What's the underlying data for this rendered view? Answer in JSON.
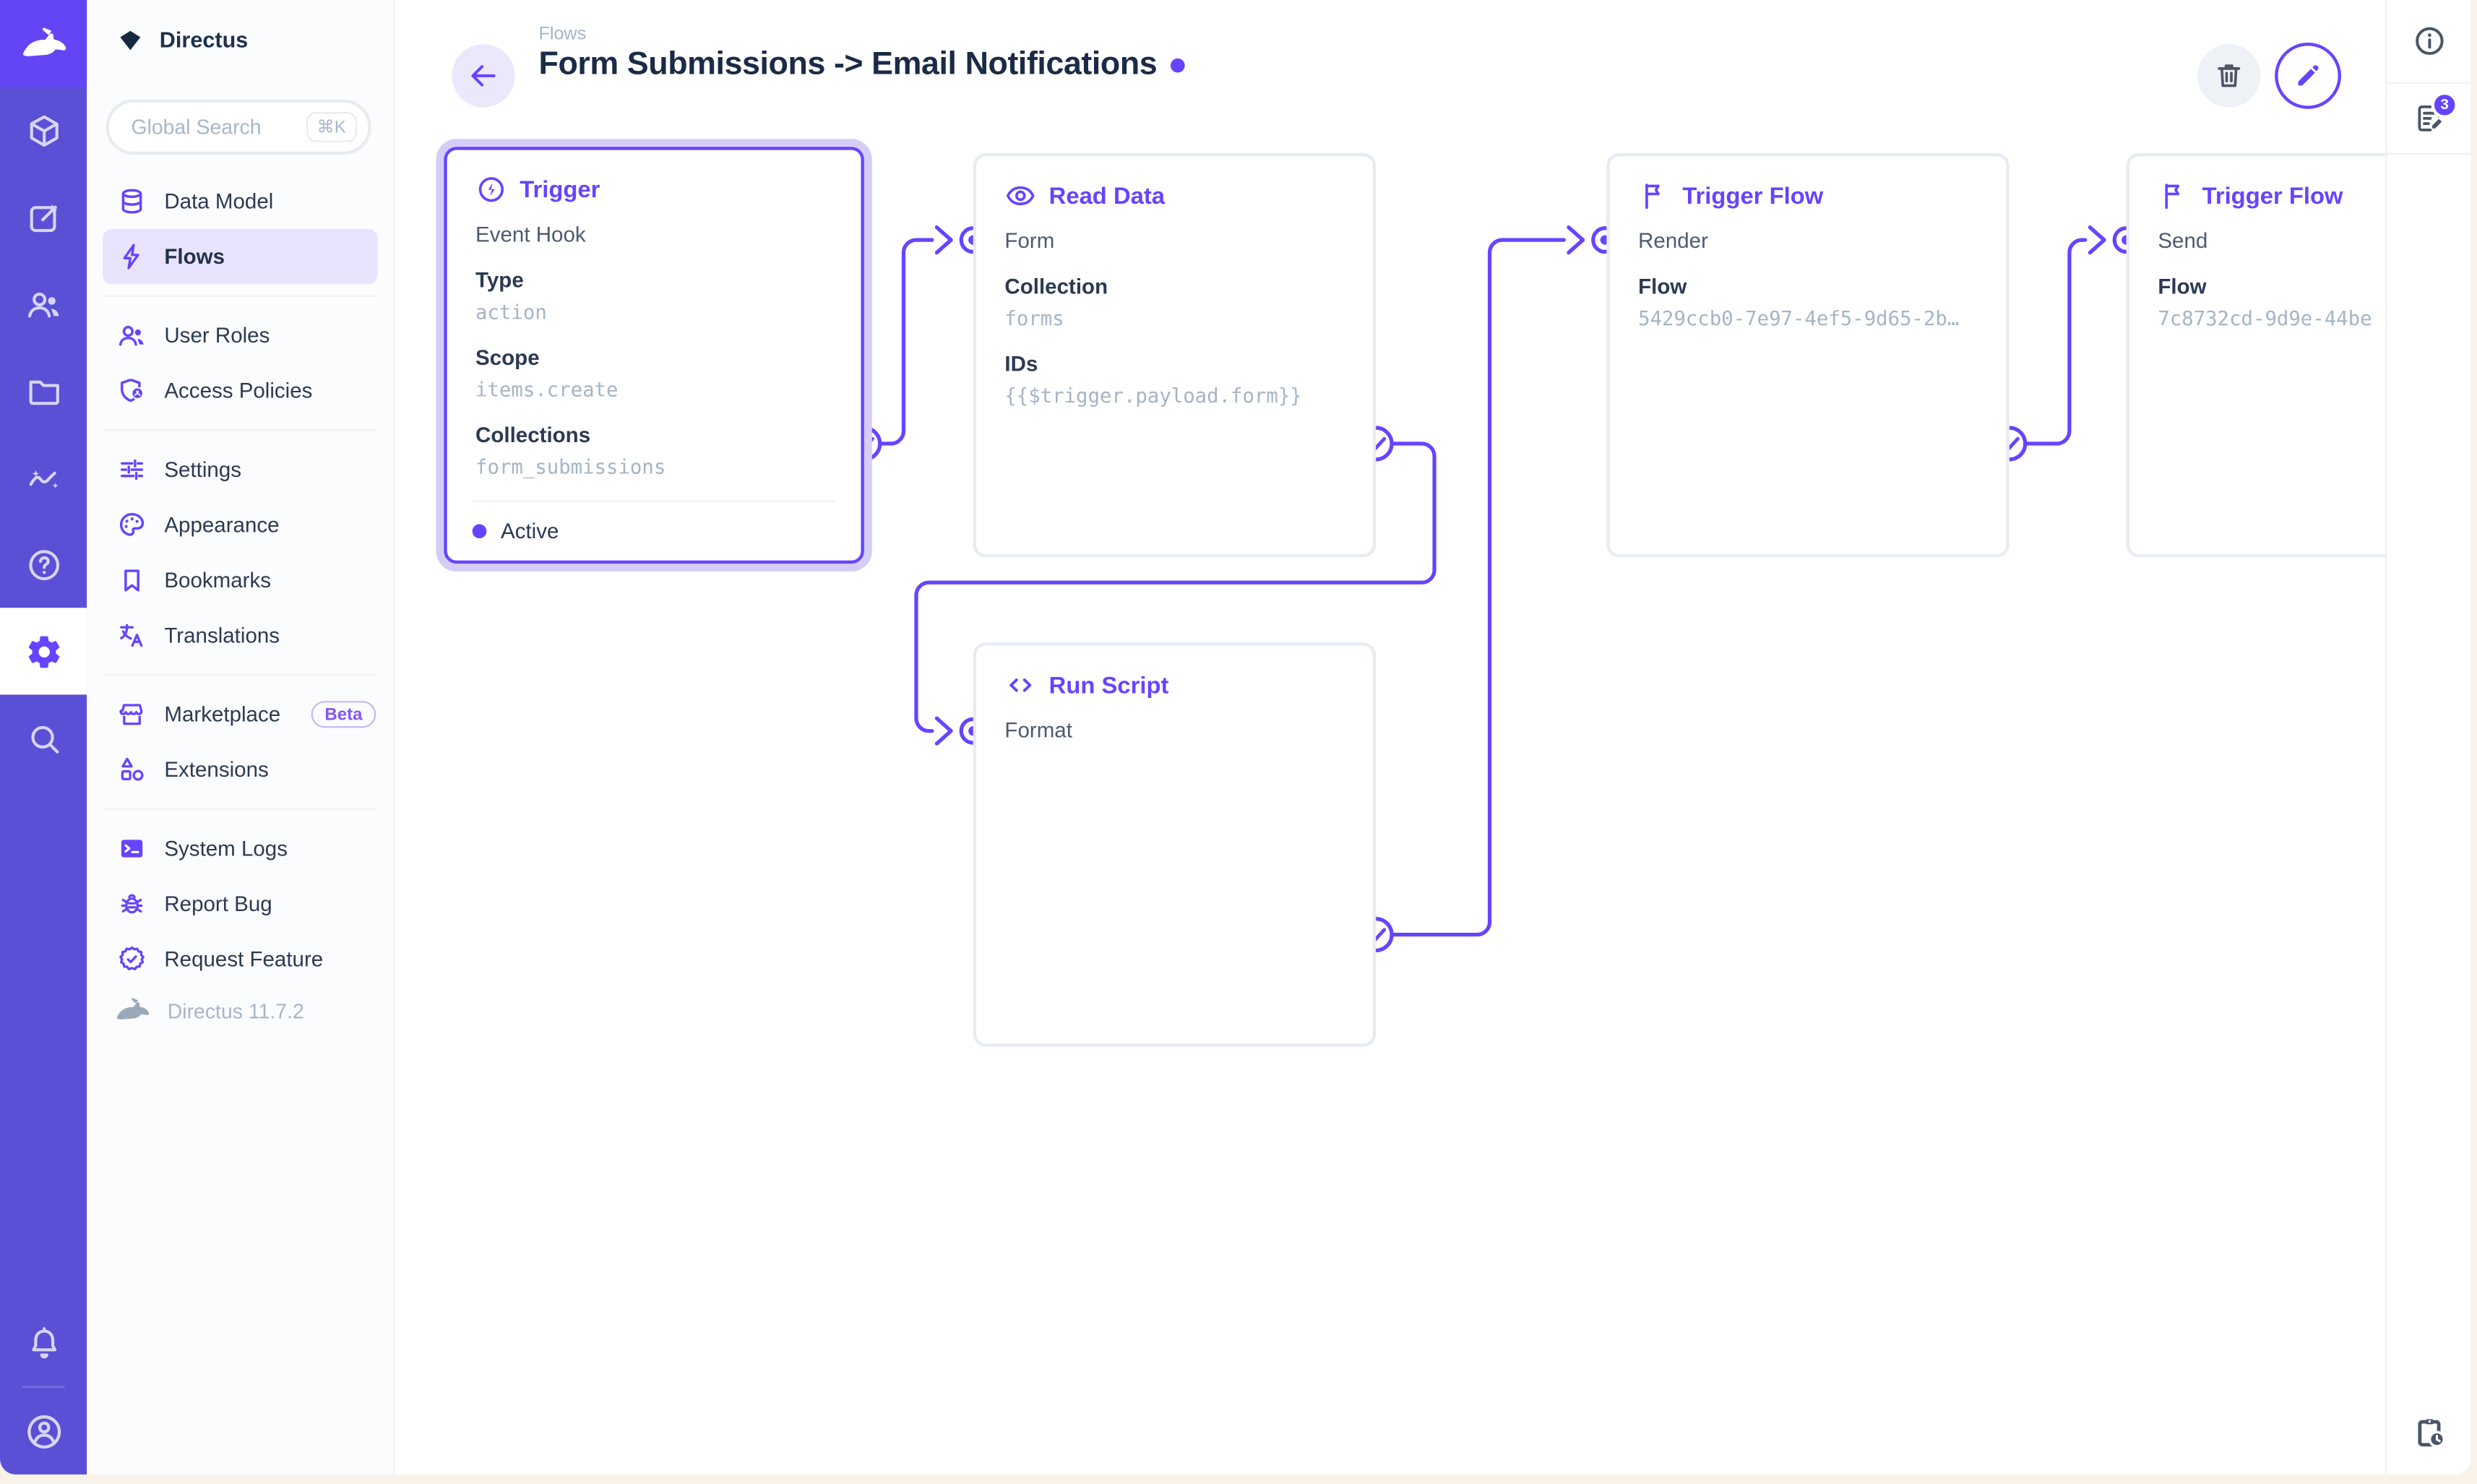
{
  "header": {
    "breadcrumb": "Flows",
    "title": "Form Submissions -> Email Notifications"
  },
  "sidebar": {
    "project_name": "Directus",
    "search": {
      "placeholder": "Global Search",
      "shortcut": "⌘K"
    },
    "sections": [
      {
        "items": [
          {
            "label": "Data Model",
            "icon": "database-icon"
          },
          {
            "label": "Flows",
            "icon": "bolt-icon",
            "active": true
          }
        ]
      },
      {
        "items": [
          {
            "label": "User Roles",
            "icon": "people-icon"
          },
          {
            "label": "Access Policies",
            "icon": "shield-person-icon"
          }
        ]
      },
      {
        "items": [
          {
            "label": "Settings",
            "icon": "tune-icon"
          },
          {
            "label": "Appearance",
            "icon": "palette-icon"
          },
          {
            "label": "Bookmarks",
            "icon": "bookmark-icon"
          },
          {
            "label": "Translations",
            "icon": "translate-icon"
          }
        ]
      },
      {
        "items": [
          {
            "label": "Marketplace",
            "icon": "storefront-icon",
            "badge": "Beta"
          },
          {
            "label": "Extensions",
            "icon": "shapes-icon"
          }
        ]
      },
      {
        "items": [
          {
            "label": "System Logs",
            "icon": "terminal-icon"
          },
          {
            "label": "Report Bug",
            "icon": "bug-icon"
          },
          {
            "label": "Request Feature",
            "icon": "seal-check-icon"
          }
        ]
      }
    ],
    "version": "Directus 11.7.2"
  },
  "nodes": {
    "trigger": {
      "type_label": "Trigger",
      "name": "Event Hook",
      "fields": [
        {
          "label": "Type",
          "value": "action"
        },
        {
          "label": "Scope",
          "value": "items.create"
        },
        {
          "label": "Collections",
          "value": "form_submissions"
        }
      ],
      "status": "Active"
    },
    "read_data": {
      "type_label": "Read Data",
      "name": "Form",
      "fields": [
        {
          "label": "Collection",
          "value": "forms"
        },
        {
          "label": "IDs",
          "value": "{{$trigger.payload.form}}"
        }
      ]
    },
    "run_script": {
      "type_label": "Run Script",
      "name": "Format"
    },
    "trigger_flow_render": {
      "type_label": "Trigger Flow",
      "name": "Render",
      "fields": [
        {
          "label": "Flow",
          "value": "5429ccb0-7e97-4ef5-9d65-2b…"
        }
      ]
    },
    "trigger_flow_send": {
      "type_label": "Trigger Flow",
      "name": "Send",
      "fields": [
        {
          "label": "Flow",
          "value": "7c8732cd-9d9e-44be"
        }
      ]
    }
  },
  "rightbar": {
    "notices_count": "3"
  },
  "colors": {
    "accent": "#6644ff",
    "module_bar": "#5a50d5",
    "logo_tile": "#6345f6",
    "active_nav_bg": "#e9e4fd",
    "card_border": "#e7ecf3",
    "value_text": "#a6b4c6",
    "desktop": "#f8f2e9"
  }
}
